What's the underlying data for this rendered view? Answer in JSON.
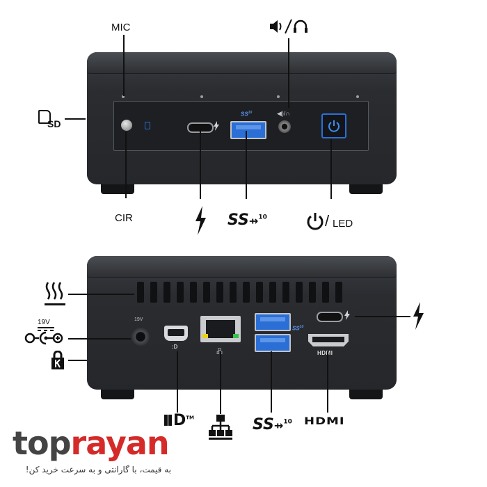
{
  "front": {
    "mic_label": "MIC",
    "cir_label": "CIR",
    "sd_label": "SD",
    "led_label": "LED",
    "usb_superspeed_label": "SS",
    "usb_superspeed_rate": "10"
  },
  "rear": {
    "dc_voltage": "19V",
    "usb_superspeed_label": "SS",
    "usb_superspeed_rate": "10",
    "hdmi_label": "HDMI",
    "dp_trademark": "TM"
  },
  "brand": {
    "name_part1": "top",
    "name_part2": "rayan",
    "tagline": "به قیمت، با گارانتی و به سرعت خرید کن!"
  },
  "colors": {
    "accent_blue": "#2b6fd6",
    "brand_red": "#d42a2a",
    "body_dark": "#2a2c30"
  }
}
